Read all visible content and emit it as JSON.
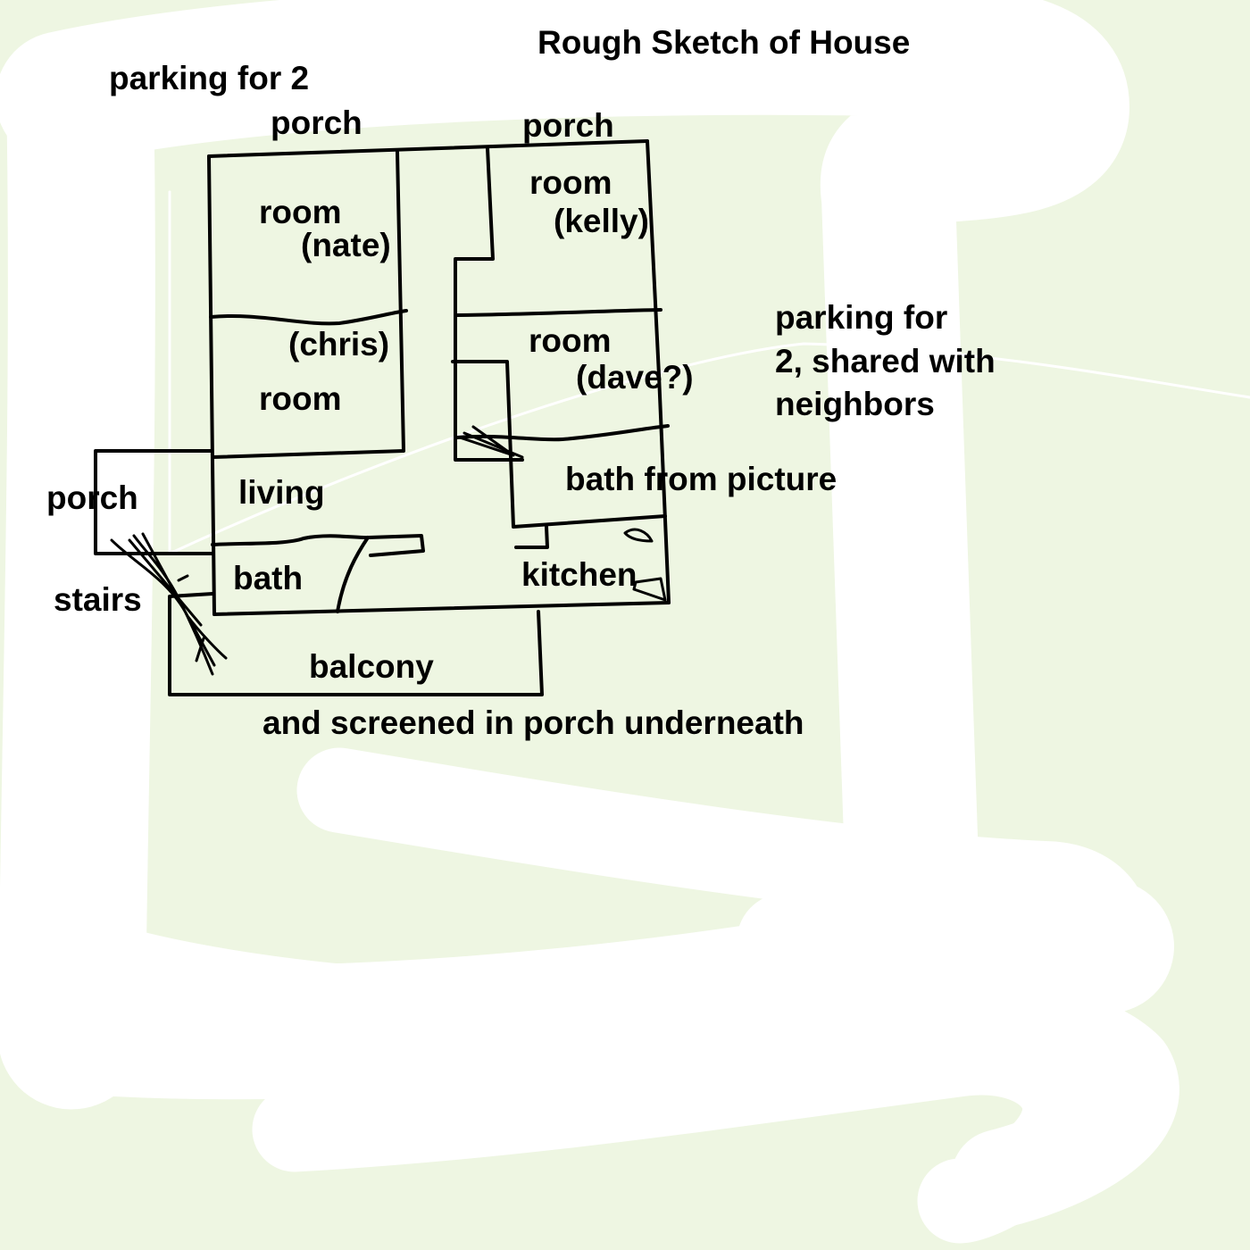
{
  "title": "Rough Sketch of House",
  "colors": {
    "background": "#eef6e2",
    "road": "#ffffff",
    "ink": "#000000"
  },
  "labels": {
    "parking_top_left": "parking for 2",
    "porch_top_left": "porch",
    "porch_top_right": "porch",
    "room_nate": "room",
    "nate": "(nate)",
    "room_kelly": "room",
    "kelly": "(kelly)",
    "chris": "(chris)",
    "room_chris": "room",
    "room_dave": "room",
    "dave": "(dave?)",
    "parking_right_1": "parking for",
    "parking_right_2": "2, shared with",
    "parking_right_3": "neighbors",
    "bath_from_picture": "bath from picture",
    "porch_left": "porch",
    "living": "living",
    "bath": "bath",
    "kitchen": "kitchen",
    "stairs": "stairs",
    "balcony": "balcony",
    "screened_porch": "and screened in porch underneath"
  }
}
